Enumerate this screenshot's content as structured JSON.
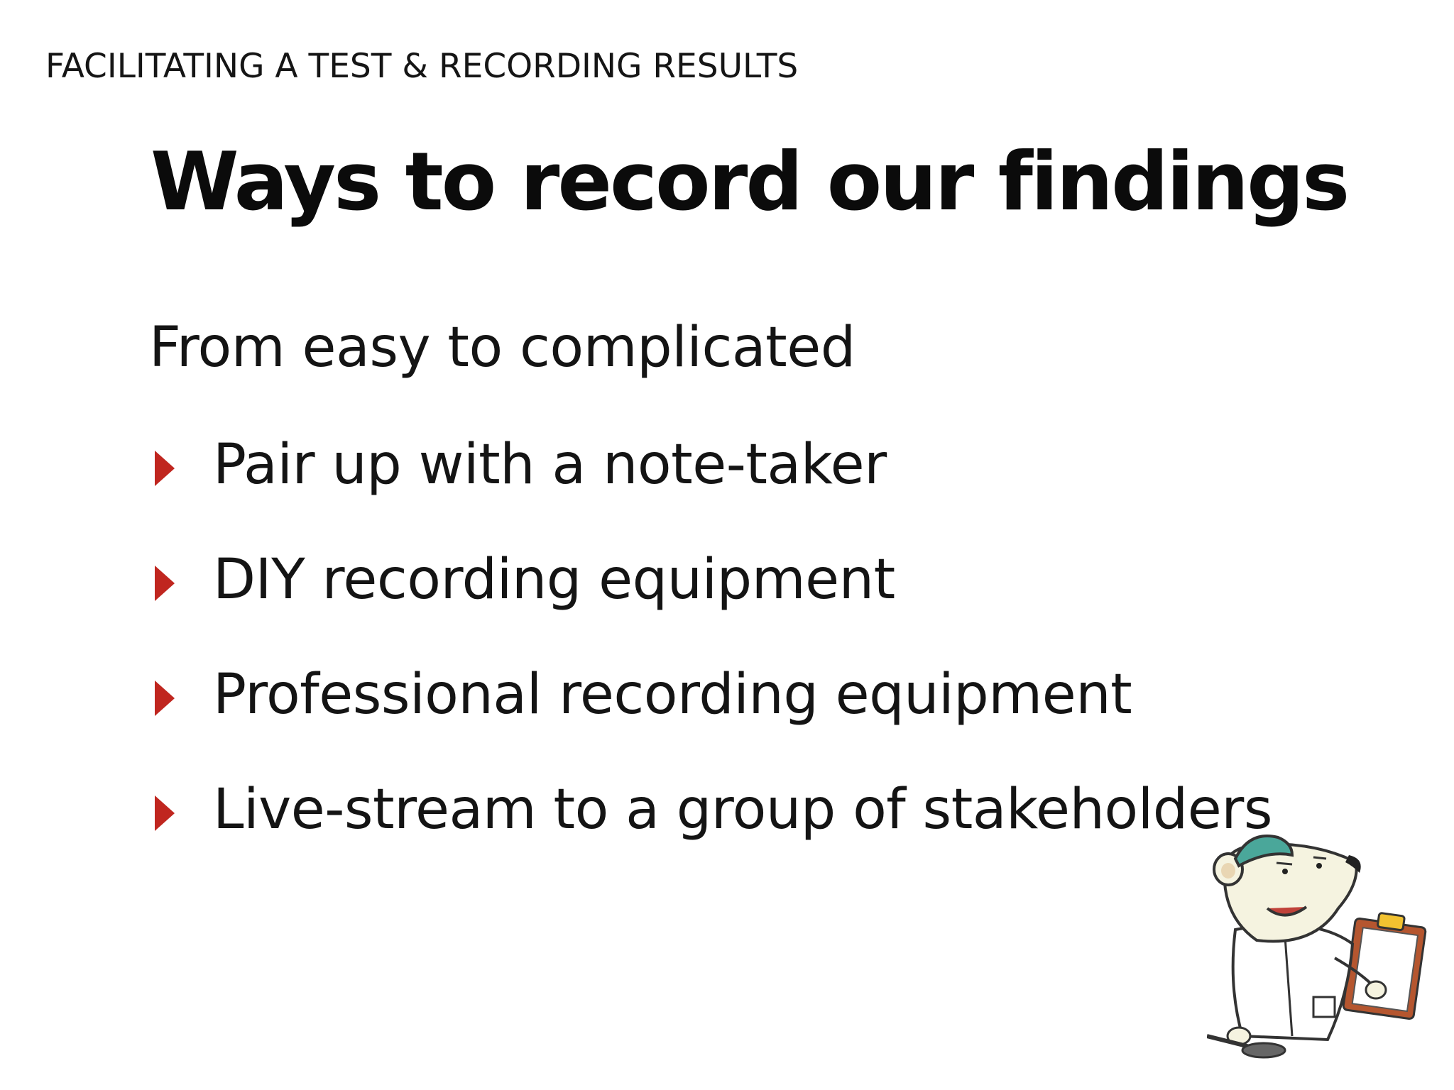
{
  "slide": {
    "section_label": "FACILITATING A TEST & RECORDING RESULTS",
    "title": "Ways to record our findings",
    "intro": "From easy to complicated",
    "bullets": [
      "Pair up with a note-taker",
      "DIY recording equipment",
      "Professional recording equipment",
      "Live-stream to a group of stakeholders"
    ],
    "bullet_icon": "triangle-right-icon",
    "accent_color": "#c0261f",
    "mascot": "polar-bear-scientist-with-clipboard"
  }
}
